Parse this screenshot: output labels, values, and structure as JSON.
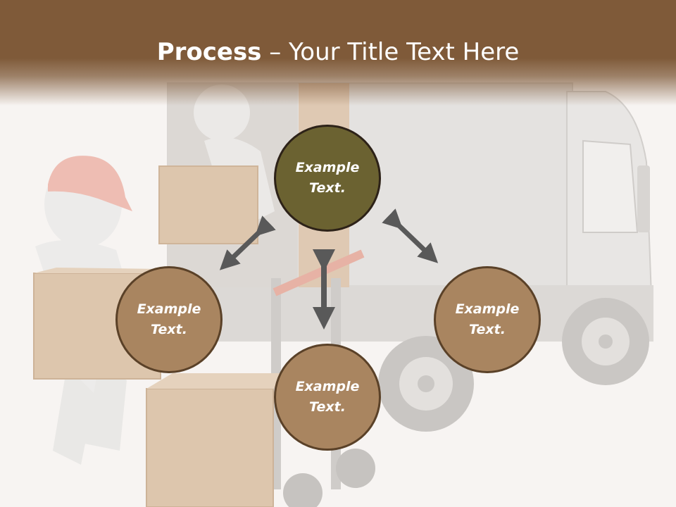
{
  "slide": {
    "title_bold": "Process",
    "title_rest": " – Your Title Text Here",
    "colors": {
      "header": "#7f5a39",
      "center_circle": "#6b6231",
      "outer_circle": "#a98560",
      "arrow": "#595959"
    }
  },
  "cycle": {
    "nodes": [
      {
        "label": "Example Text."
      },
      {
        "label": "Example Text."
      },
      {
        "label": "Example Text."
      },
      {
        "label": "Example Text."
      }
    ]
  },
  "background_image": {
    "description_icon": "delivery-truck-with-workers-illustration"
  }
}
